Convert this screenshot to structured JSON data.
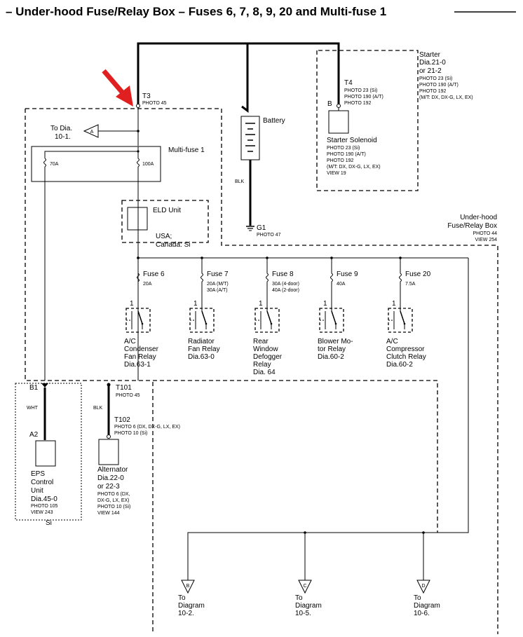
{
  "title": "– Under-hood Fuse/Relay Box – Fuses 6, 7, 8, 9, 20 and Multi-fuse 1",
  "colors": {
    "arrow": "#e02020",
    "ink": "#000000"
  },
  "t3": {
    "label": "T3",
    "photo": "PHOTO 45"
  },
  "to_dia_a": {
    "line1": "To  Dia.",
    "line2": "10-1.",
    "connector": "A"
  },
  "multifuse": {
    "label": "Multi-fuse 1",
    "left_rating": "70A",
    "right_rating": "100A"
  },
  "eld": {
    "label": "ELD Unit",
    "region1": "USA;",
    "region2": "Canada: Si"
  },
  "battery": {
    "label": "Battery",
    "wire": "BLK",
    "ground": "G1",
    "ground_photo": "PHOTO 47"
  },
  "starter": {
    "title": [
      "Starter",
      "Dia.21-0",
      "or 21-2"
    ],
    "photos": [
      "PHOTO 23 (Si)",
      "PHOTO 190 (A/T)",
      "PHOTO 192",
      "(M/T: DX, DX-G, LX, EX)"
    ],
    "terminal": "T4",
    "terminal_photos": [
      "PHOTO 23 (Si)",
      "PHOTO 190 (A/T)",
      "PHOTO 192"
    ],
    "pin": "B",
    "solenoid": "Starter Solenoid",
    "solenoid_photos": [
      "PHOTO 23 (Si)",
      "PHOTO 190 (A/T)",
      "PHOTO 192",
      "(M/T: DX, DX-G, LX, EX)",
      "VIEW 19"
    ]
  },
  "fusebox": {
    "line1": "Under-hood",
    "line2": "Fuse/Relay Box",
    "photo": "PHOTO 44",
    "view": "VIEW 254"
  },
  "fuses": [
    {
      "name": "Fuse 6",
      "rating": [
        "20A"
      ],
      "pin": "1",
      "relay": [
        "A/C",
        "Condenser",
        "Fan Relay",
        "Dia.63-1"
      ]
    },
    {
      "name": "Fuse 7",
      "rating": [
        "20A (M/T)",
        "30A (A/T)"
      ],
      "pin": "1",
      "relay": [
        "Radiator",
        "Fan Relay",
        "Dia.63-0"
      ]
    },
    {
      "name": "Fuse 8",
      "rating": [
        "30A (4-door)",
        "40A (2-door)"
      ],
      "pin": "1",
      "relay": [
        "Rear",
        "Window",
        "Defogger",
        "Relay",
        "Dia. 64"
      ]
    },
    {
      "name": "Fuse 9",
      "rating": [
        "40A"
      ],
      "pin": "1",
      "relay": [
        "Blower Mo-",
        "tor    Relay",
        "Dia.60-2"
      ]
    },
    {
      "name": "Fuse 20",
      "rating": [
        "7.5A"
      ],
      "pin": "1",
      "relay": [
        "A/C",
        "Compressor",
        "Clutch Relay",
        "Dia.60-2"
      ]
    }
  ],
  "eps": {
    "pin_top": "B1",
    "wire": "WHT",
    "pin_bottom": "A2",
    "name": [
      "EPS",
      "Control",
      "Unit",
      "Dia.45-0"
    ],
    "photo": "PHOTO 105",
    "view": "VIEW 243",
    "region": "Si"
  },
  "alternator": {
    "t101": "T101",
    "t101_photo": "PHOTO 45",
    "wire": "BLK",
    "t102": "T102",
    "t102_photos": [
      "PHOTO 6 (DX, DX-G, LX, EX)",
      "PHOTO 10 (Si)"
    ],
    "name": [
      "Alternator",
      "Dia.22-0",
      "or 22-3"
    ],
    "photos": [
      "PHOTO 6 (DX,",
      "DX-G, LX, EX)",
      "PHOTO 10 (Si)",
      "VIEW 144"
    ]
  },
  "outputs": [
    {
      "connector": "B",
      "line1": "To",
      "line2": "Diagram",
      "line3": "10-2."
    },
    {
      "connector": "C",
      "line1": "To",
      "line2": "Diagram",
      "line3": "10-5."
    },
    {
      "connector": "D",
      "line1": "To",
      "line2": "Diagram",
      "line3": "10-6."
    }
  ]
}
